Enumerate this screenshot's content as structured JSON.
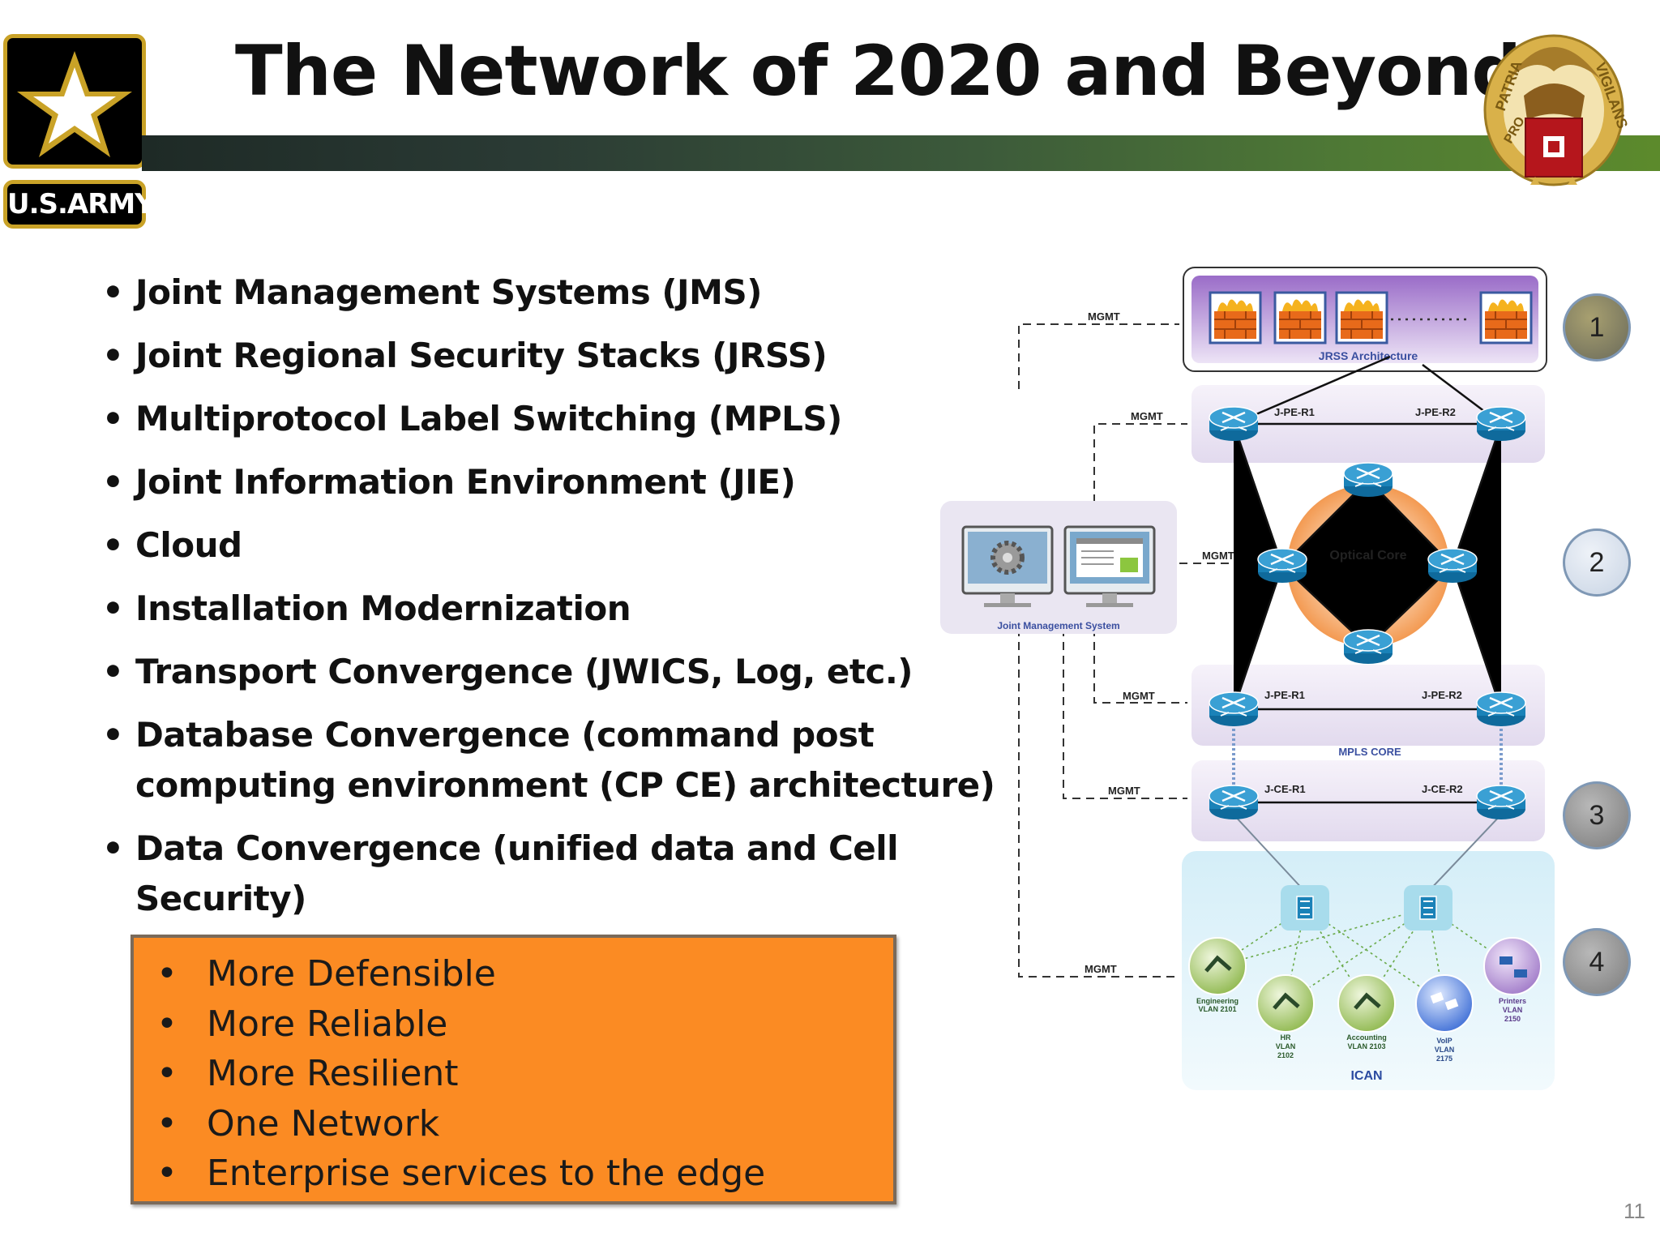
{
  "slide": {
    "title": "The Network of 2020 and Beyond",
    "army_logo_text": "U.S.ARMY",
    "crest_motto_left": "PATRIA",
    "crest_motto_right": "VIGILANS",
    "crest_motto_bottom": "PRO",
    "page_number": "11"
  },
  "bullets": [
    "Joint Management Systems (JMS)",
    "Joint Regional Security Stacks (JRSS)",
    "Multiprotocol Label Switching (MPLS)",
    "Joint Information Environment (JIE)",
    "Cloud",
    "Installation Modernization",
    "Transport Convergence (JWICS, Log, etc.)",
    "Database Convergence (command post computing environment (CP CE) architecture)",
    "Data Convergence (unified data and Cell Security)"
  ],
  "benefits": [
    "More Defensible",
    "More Reliable",
    "More Resilient",
    "One Network",
    "Enterprise services to the edge"
  ],
  "diagram": {
    "mgmt_label": "MGMT",
    "jrss_label": "JRSS Architecture",
    "jms_label": "Joint Management System",
    "optical_core_label": "Optical Core",
    "pe_top_left": "J-PE-R1",
    "pe_top_right": "J-PE-R2",
    "pe_bottom_left": "J-PE-R1",
    "pe_bottom_right": "J-PE-R2",
    "mpls_core_label": "MPLS CORE",
    "ce_left": "J-CE-R1",
    "ce_right": "J-CE-R2",
    "ican_label": "ICAN",
    "vlans": [
      {
        "name": "Engineering",
        "vlan": "VLAN 2101"
      },
      {
        "name": "HR",
        "vlan": "VLAN 2102"
      },
      {
        "name": "Accounting",
        "vlan": "VLAN 2103"
      },
      {
        "name": "VoIP",
        "vlan": "VLAN 2175"
      },
      {
        "name": "Printers",
        "vlan": "VLAN 2150"
      }
    ],
    "tier_numbers": [
      "1",
      "2",
      "3",
      "4"
    ],
    "colors": {
      "router_blue": "#1a82b8",
      "jrss_purple": "#8a5cb8",
      "optical_orange": "#f7a35c",
      "ican_blue": "#c8e8f4",
      "vlan_green": "#9cc060",
      "label_blue": "#3a4fa0"
    }
  }
}
